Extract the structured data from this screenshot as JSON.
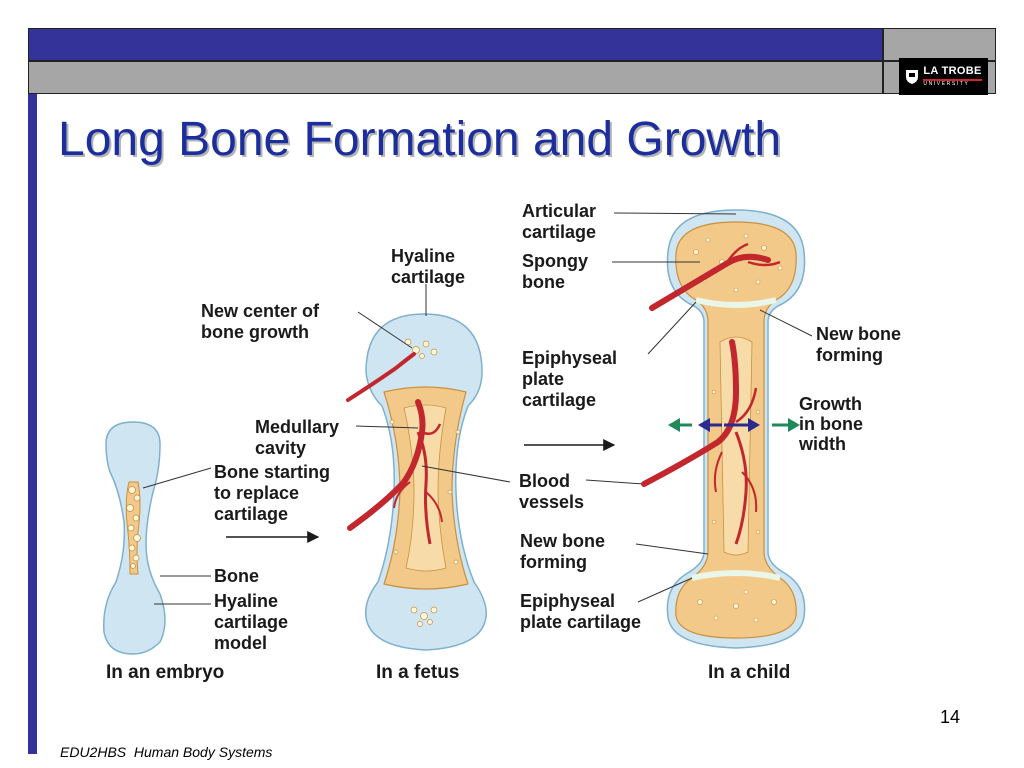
{
  "slide": {
    "title": "Long Bone Formation and Growth",
    "number": "14",
    "footer": "EDU2HBS  Human Body Systems"
  },
  "logo": {
    "name": "LA TROBE",
    "subtitle": "UNIVERSITY"
  },
  "colors": {
    "header_blue": "#333399",
    "header_gray": "#a6a6a6",
    "title": "#1c2e9e",
    "cartilage": "#cfe6f2",
    "bone_yellow": "#f3c98a",
    "blood_red": "#c1272d",
    "arrow_green": "#1e8a5a",
    "arrow_navy": "#2b2b8f"
  },
  "diagram": {
    "embryo": {
      "caption": "In an embryo",
      "labels": [
        "Bone starting",
        "to replace",
        "cartilage",
        "Bone",
        "Hyaline",
        "cartilage",
        "model"
      ]
    },
    "fetus": {
      "caption": "In a fetus",
      "labels": [
        "Hyaline",
        "cartilage",
        "New center of",
        "bone growth",
        "Medullary",
        "cavity",
        "Blood",
        "vessels"
      ]
    },
    "child": {
      "caption": "In a child",
      "labels": [
        "Articular",
        "cartilage",
        "Spongy",
        "bone",
        "New bone",
        "forming",
        "Epiphyseal",
        "plate",
        "cartilage",
        "Growth",
        "in bone",
        "width",
        "New bone",
        "forming",
        "Epiphyseal",
        "plate cartilage"
      ]
    }
  }
}
